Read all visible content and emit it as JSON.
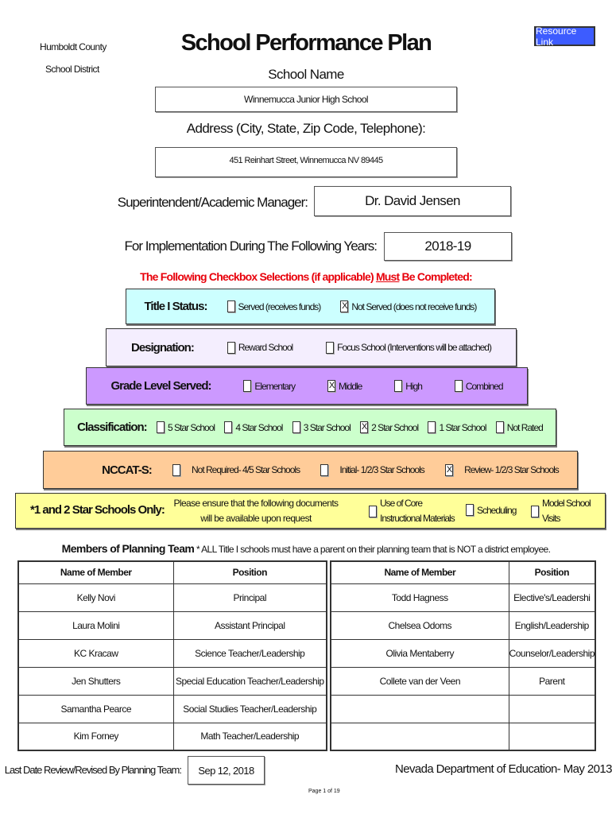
{
  "header": {
    "district_line1": "Humboldt County",
    "district_line2": "School District",
    "title": "School Performance Plan",
    "resource_link": "Resource Link"
  },
  "school": {
    "name_label": "School Name",
    "name": "Winnemucca Junior High School",
    "address_label": "Address (City, State, Zip Code, Telephone):",
    "address": "451 Reinhart Street, Winnemucca NV 89445",
    "superintendent_label": "Superintendent/Academic Manager:",
    "superintendent": "Dr. David Jensen",
    "years_label": "For Implementation During The Following Years:",
    "years": "2018-19"
  },
  "checkbox_notice": {
    "pre": "The Following Checkbox Selections (if applicable) ",
    "must": "Must",
    "post": " Be Completed:"
  },
  "title1": {
    "label": "Title I Status:",
    "options": [
      {
        "label": "Served   (receives funds)",
        "checked": false
      },
      {
        "label": "Not Served   (does not receive funds)",
        "checked": true
      }
    ]
  },
  "designation": {
    "label": "Designation:",
    "options": [
      {
        "label": "Reward School",
        "checked": false
      },
      {
        "label": "Focus School   (Interventions will be attached)",
        "checked": false
      }
    ]
  },
  "grade": {
    "label": "Grade Level Served:",
    "options": [
      {
        "label": "Elementary",
        "checked": false
      },
      {
        "label": "Middle",
        "checked": true
      },
      {
        "label": "High",
        "checked": false
      },
      {
        "label": "Combined",
        "checked": false
      }
    ]
  },
  "classification": {
    "label": "Classification:",
    "options": [
      {
        "label": "5 Star School",
        "checked": false
      },
      {
        "label": "4 Star School",
        "checked": false
      },
      {
        "label": "3 Star School",
        "checked": false
      },
      {
        "label": "2 Star School",
        "checked": true
      },
      {
        "label": "1 Star School",
        "checked": false
      },
      {
        "label": "Not Rated",
        "checked": false
      }
    ]
  },
  "nccat": {
    "label": "NCCAT-S:",
    "options": [
      {
        "label": "Not Required- 4/5 Star Schools",
        "checked": false
      },
      {
        "label": "Initial- 1/2/3 Star Schools",
        "checked": false
      },
      {
        "label": "Review- 1/2/3 Star Schools",
        "checked": true
      }
    ]
  },
  "star": {
    "label": "*1 and 2 Star Schools Only:",
    "note": "Please ensure that the following documents will be available upon request",
    "options": [
      {
        "label": "Use of Core Instructional Materials",
        "checked": false
      },
      {
        "label": "Scheduling",
        "checked": false
      },
      {
        "label": "Model School Visits",
        "checked": false
      }
    ]
  },
  "team": {
    "heading": "Members of Planning Team",
    "note": " * ALL Title I schools must have a parent on their planning team that is NOT a district employee.",
    "col_name": "Name of Member",
    "col_position": "Position",
    "left": [
      [
        "Kelly Novi",
        "Principal"
      ],
      [
        "Laura Molini",
        "Assistant Principal"
      ],
      [
        "KC Kracaw",
        "Science Teacher/Leadership"
      ],
      [
        "Jen Shutters",
        "Special Education Teacher/Leadership"
      ],
      [
        "Samantha Pearce",
        "Social Studies Teacher/Leadership"
      ],
      [
        "Kim Forney",
        "Math Teacher/Leadership"
      ]
    ],
    "right": [
      [
        "Todd Hagness",
        "Elective's/Leadershi"
      ],
      [
        "Chelsea Odoms",
        "English/Leadership"
      ],
      [
        "Olivia Mentaberry",
        "Counselor/Leadership"
      ],
      [
        "Collete van der Veen",
        "Parent"
      ],
      [
        "",
        ""
      ],
      [
        "",
        ""
      ]
    ]
  },
  "footer": {
    "review_label": "Last Date Review/Revised By Planning Team:",
    "review_date": "Sep 12, 2018",
    "agency": "Nevada Department of Education- May 2013",
    "page": "Page 1 of 19"
  }
}
